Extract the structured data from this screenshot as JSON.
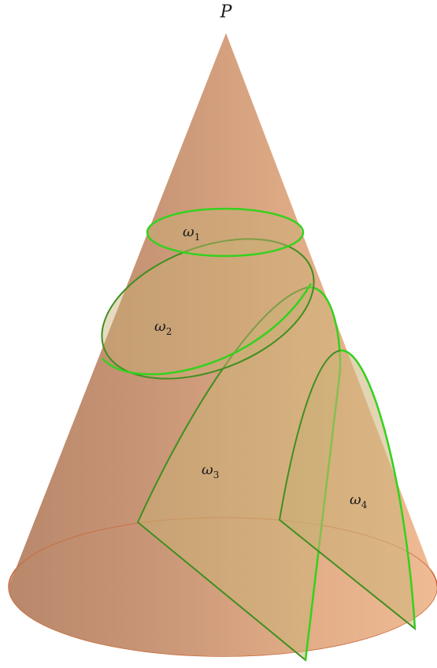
{
  "figure": {
    "apex_label": "P",
    "sections": [
      {
        "id": "w1",
        "symbol": "ω",
        "subscript": "1",
        "kind": "circle"
      },
      {
        "id": "w2",
        "symbol": "ω",
        "subscript": "2",
        "kind": "ellipse"
      },
      {
        "id": "w3",
        "symbol": "ω",
        "subscript": "3",
        "kind": "parabola"
      },
      {
        "id": "w4",
        "symbol": "ω",
        "subscript": "4",
        "kind": "hyperbola"
      }
    ]
  },
  "colors": {
    "cone_light": "#f1c29b",
    "cone_mid": "#d9a27a",
    "cone_dark": "#b98866",
    "base": "#eab08e",
    "base_edge": "#c9693a",
    "curve": "#35d11e",
    "curve_dark": "#3f8f20",
    "section_fill": "#c9b277"
  }
}
